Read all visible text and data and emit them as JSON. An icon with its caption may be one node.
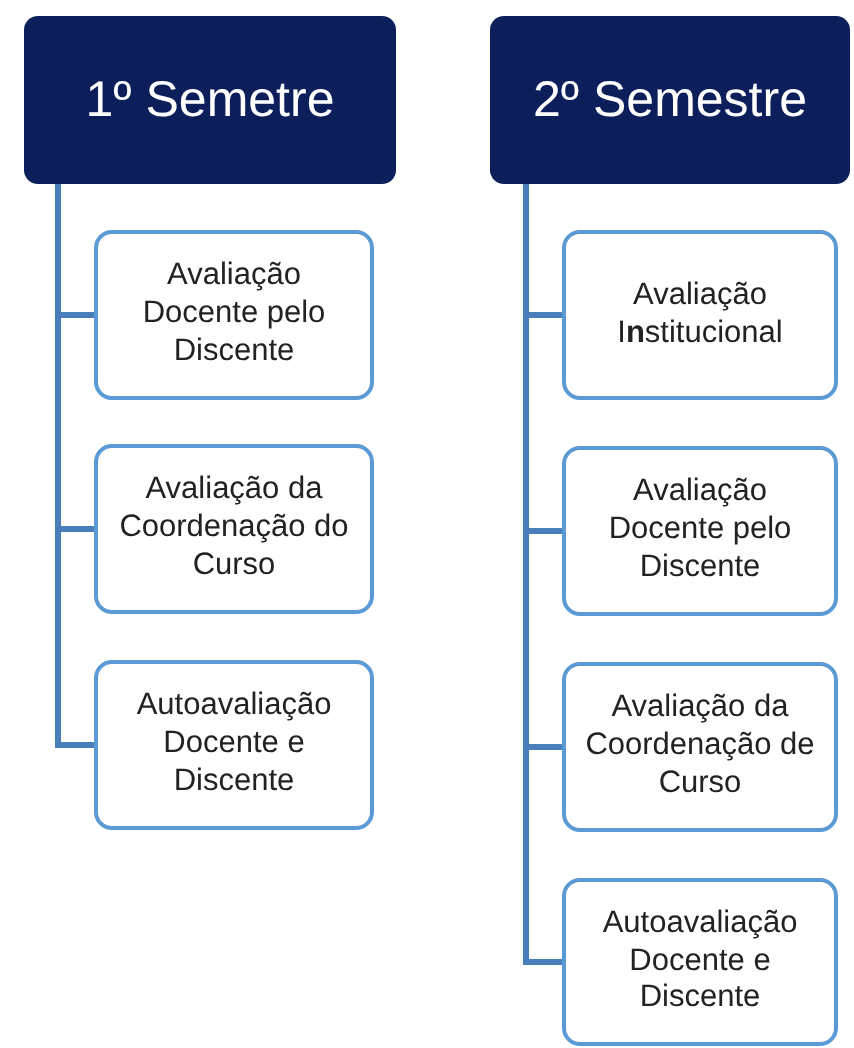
{
  "diagram": {
    "nodes": [
      {
        "text": [
          "1º Semetre"
        ]
      },
      {
        "text": [
          "Avaliação Docente pelo Discente"
        ]
      },
      {
        "text": [
          "Avaliação da Coordenação do Curso"
        ]
      },
      {
        "text": [
          "Autoavaliação Docente e Discente"
        ]
      },
      {
        "text": [
          "2º Semestre"
        ]
      },
      {
        "text": [
          "Avaliação I**n**stitucional"
        ]
      },
      {
        "text": [
          "Avaliação Docente pelo Discente"
        ]
      },
      {
        "text": [
          "Avaliação da Coordenação de Curso"
        ]
      },
      {
        "text": [
          "Autoavaliação Docente e Discente"
        ]
      }
    ],
    "edges": [
      {
        "from": 0,
        "to": 1,
        "arrow": "none"
      },
      {
        "from": 0,
        "to": 2,
        "arrow": "none"
      },
      {
        "from": 0,
        "to": 3,
        "arrow": "none"
      },
      {
        "from": 4,
        "to": 5,
        "arrow": "none"
      },
      {
        "from": 4,
        "to": 6,
        "arrow": "none"
      },
      {
        "from": 4,
        "to": 7,
        "arrow": "none"
      },
      {
        "from": 4,
        "to": 8,
        "arrow": "none"
      }
    ]
  }
}
